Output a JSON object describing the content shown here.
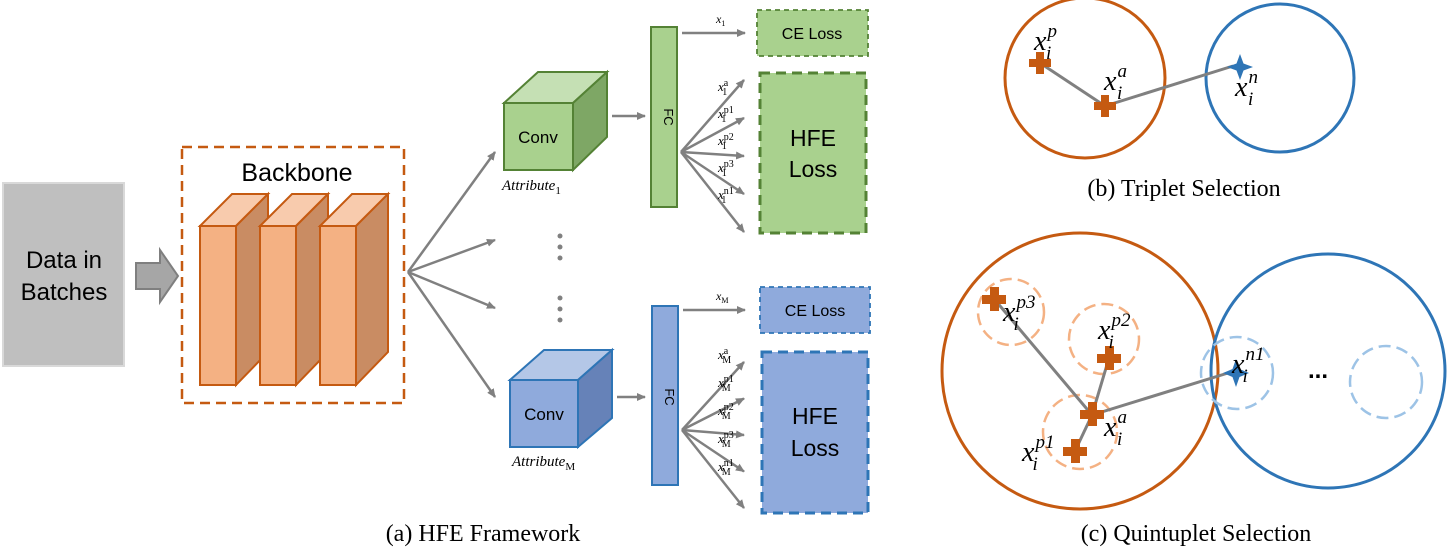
{
  "colors": {
    "orange": "#c55a11",
    "orange_fill": "#f4b183",
    "orange_side": "#c98c63",
    "orange_light": "#f4b183",
    "green": "#548235",
    "green_fill": "#a9d18e",
    "green_top": "#c5e0b4",
    "green_side": "#7ea765",
    "blue": "#2e75b6",
    "blue_fill": "#8faadc",
    "blue_top": "#b4c7e7",
    "blue_side": "#6682b8",
    "blue_light": "#9dc3e6",
    "gray_box": "#bfbfbf",
    "arrow": "#808080"
  },
  "framework": {
    "input": {
      "line1": "Data in",
      "line2": "Batches"
    },
    "backbone_label": "Backbone",
    "branch_top": {
      "conv": "Conv",
      "attr": "Attribute",
      "attr_sub": "1",
      "fc": "FC",
      "ce_input": {
        "base": "x",
        "sub": "1",
        "sup": ""
      },
      "ce_loss": "CE Loss",
      "hfe_line1": "HFE",
      "hfe_line2": "Loss",
      "features": [
        {
          "base": "x",
          "sup": "a",
          "sub": "1"
        },
        {
          "base": "x",
          "sup": "p1",
          "sub": "1"
        },
        {
          "base": "x",
          "sup": "p2",
          "sub": "1"
        },
        {
          "base": "x",
          "sup": "p3",
          "sub": "1"
        },
        {
          "base": "x",
          "sup": "n1",
          "sub": "1"
        }
      ]
    },
    "branch_bottom": {
      "conv": "Conv",
      "attr": "Attribute",
      "attr_sub": "M",
      "fc": "FC",
      "ce_input": {
        "base": "x",
        "sub": "M",
        "sup": ""
      },
      "ce_loss": "CE Loss",
      "hfe_line1": "HFE",
      "hfe_line2": "Loss",
      "features": [
        {
          "base": "x",
          "sup": "a",
          "sub": "M"
        },
        {
          "base": "x",
          "sup": "p1",
          "sub": "M"
        },
        {
          "base": "x",
          "sup": "p2",
          "sub": "M"
        },
        {
          "base": "x",
          "sup": "p3",
          "sub": "M"
        },
        {
          "base": "x",
          "sup": "n1",
          "sub": "M"
        }
      ]
    },
    "caption": "(a) HFE Framework"
  },
  "triplet": {
    "positive": {
      "base": "x",
      "sup": "p",
      "sub": "i"
    },
    "anchor": {
      "base": "x",
      "sup": "a",
      "sub": "i"
    },
    "negative": {
      "base": "x",
      "sup": "n",
      "sub": "i"
    },
    "caption": "(b) Triplet Selection"
  },
  "quintuplet": {
    "p3": {
      "base": "x",
      "sup": "p3",
      "sub": "i"
    },
    "p2": {
      "base": "x",
      "sup": "p2",
      "sub": "i"
    },
    "p1": {
      "base": "x",
      "sup": "p1",
      "sub": "i"
    },
    "anchor": {
      "base": "x",
      "sup": "a",
      "sub": "i"
    },
    "n1": {
      "base": "x",
      "sup": "n1",
      "sub": "i"
    },
    "ellipsis": "...",
    "caption": "(c) Quintuplet Selection"
  }
}
